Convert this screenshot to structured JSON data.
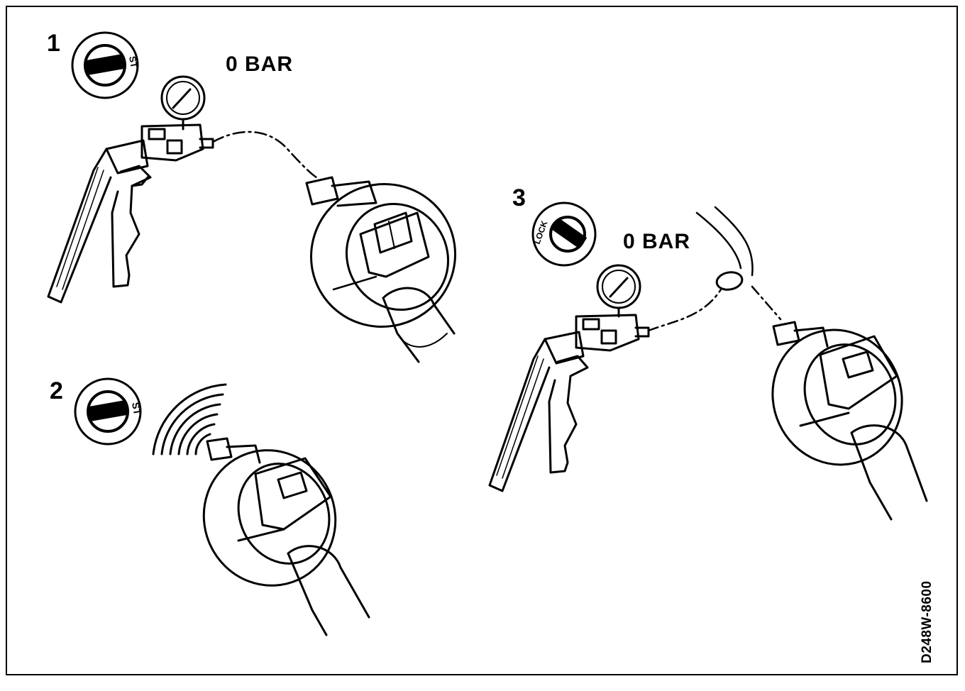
{
  "steps": [
    {
      "number": "1",
      "key_position": "ST",
      "pressure": "0 BAR"
    },
    {
      "number": "2",
      "key_position": "ST"
    },
    {
      "number": "3",
      "key_position": "LOCK",
      "pressure": "0 BAR"
    }
  ],
  "figure_code": "D248W-8600",
  "icons": [
    "ignition-key-icon",
    "vacuum-pump-icon",
    "pressure-gauge-icon",
    "vacuum-switch-icon",
    "hose-icon",
    "sound-waves-icon"
  ]
}
